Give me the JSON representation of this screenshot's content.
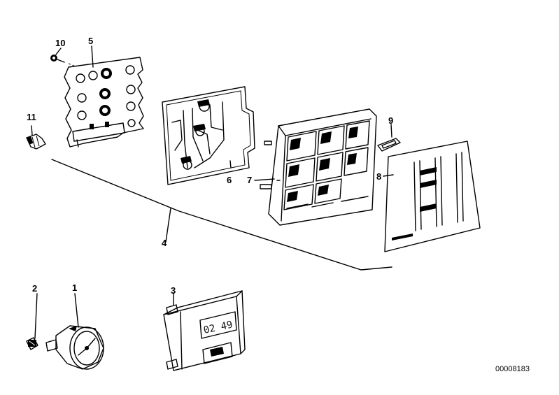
{
  "callouts": {
    "p1": "1",
    "p2": "2",
    "p3": "3",
    "p4": "4",
    "p5": "5",
    "p6": "6",
    "p7": "7",
    "p8": "8",
    "p9": "9",
    "p10": "10",
    "p11": "11"
  },
  "clock_display": "02 49",
  "doc_number": "00008183"
}
